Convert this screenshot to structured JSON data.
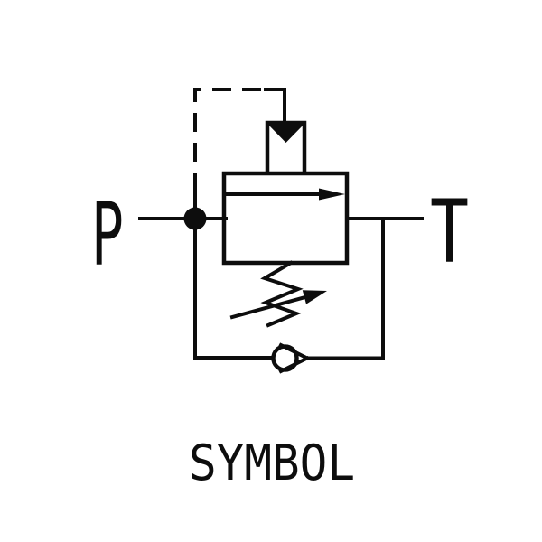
{
  "page": {
    "background": "#ffffff",
    "line_color": "#0d0d0d"
  },
  "diagram": {
    "type": "hydraulic-valve-schematic",
    "caption": "SYMBOL",
    "ports": [
      {
        "label": "P"
      },
      {
        "label": "T"
      }
    ],
    "components": [
      "pilot-line-dashed",
      "pilot-pressure-arrow",
      "valve-body",
      "flow-path-arrow",
      "adjustable-spring",
      "spring-adjustment-arrow",
      "check-valve",
      "junction-dot",
      "bypass-line"
    ]
  }
}
